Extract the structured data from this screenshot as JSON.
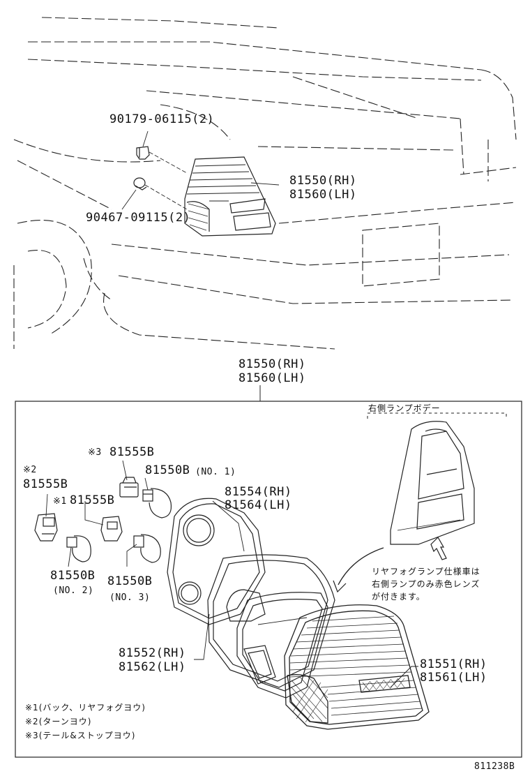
{
  "top_labels": {
    "clip_upper": "90179-06115(2)",
    "clip_lower": "90467-09115(2)",
    "lamp_rh": "81550(RH)",
    "lamp_lh": "81560(LH)"
  },
  "assembly_labels": {
    "rh": "81550(RH)",
    "lh": "81560(LH)"
  },
  "parts": {
    "socket_3_mark": "※3",
    "socket_3": "81555B",
    "bulb_1": "81550B",
    "bulb_1_note": "(NO. 1)",
    "socket_2_mark": "※2",
    "socket_2": "81555B",
    "socket_1_mark": "※1",
    "socket_1": "81555B",
    "gasket_rh": "81554(RH)",
    "gasket_lh": "81564(LH)",
    "bulb_2": "81550B",
    "bulb_2_note": "(NO. 2)",
    "bulb_3": "81550B",
    "bulb_3_note": "(NO. 3)",
    "body_rh": "81552(RH)",
    "body_lh": "81562(LH)",
    "lens_rh": "81551(RH)",
    "lens_lh": "81561(LH)"
  },
  "inset": {
    "title": "右側ランプボデー",
    "note_line1": "リヤフォグランプ仕様車は",
    "note_line2": "右側ランプのみ赤色レンズ",
    "note_line3": "が付きます。"
  },
  "legend": [
    "※1(バック、リヤフォグヨウ)",
    "※2(ターンヨウ)",
    "※3(テール&ストップヨウ)"
  ],
  "diagram_id": "811238B"
}
